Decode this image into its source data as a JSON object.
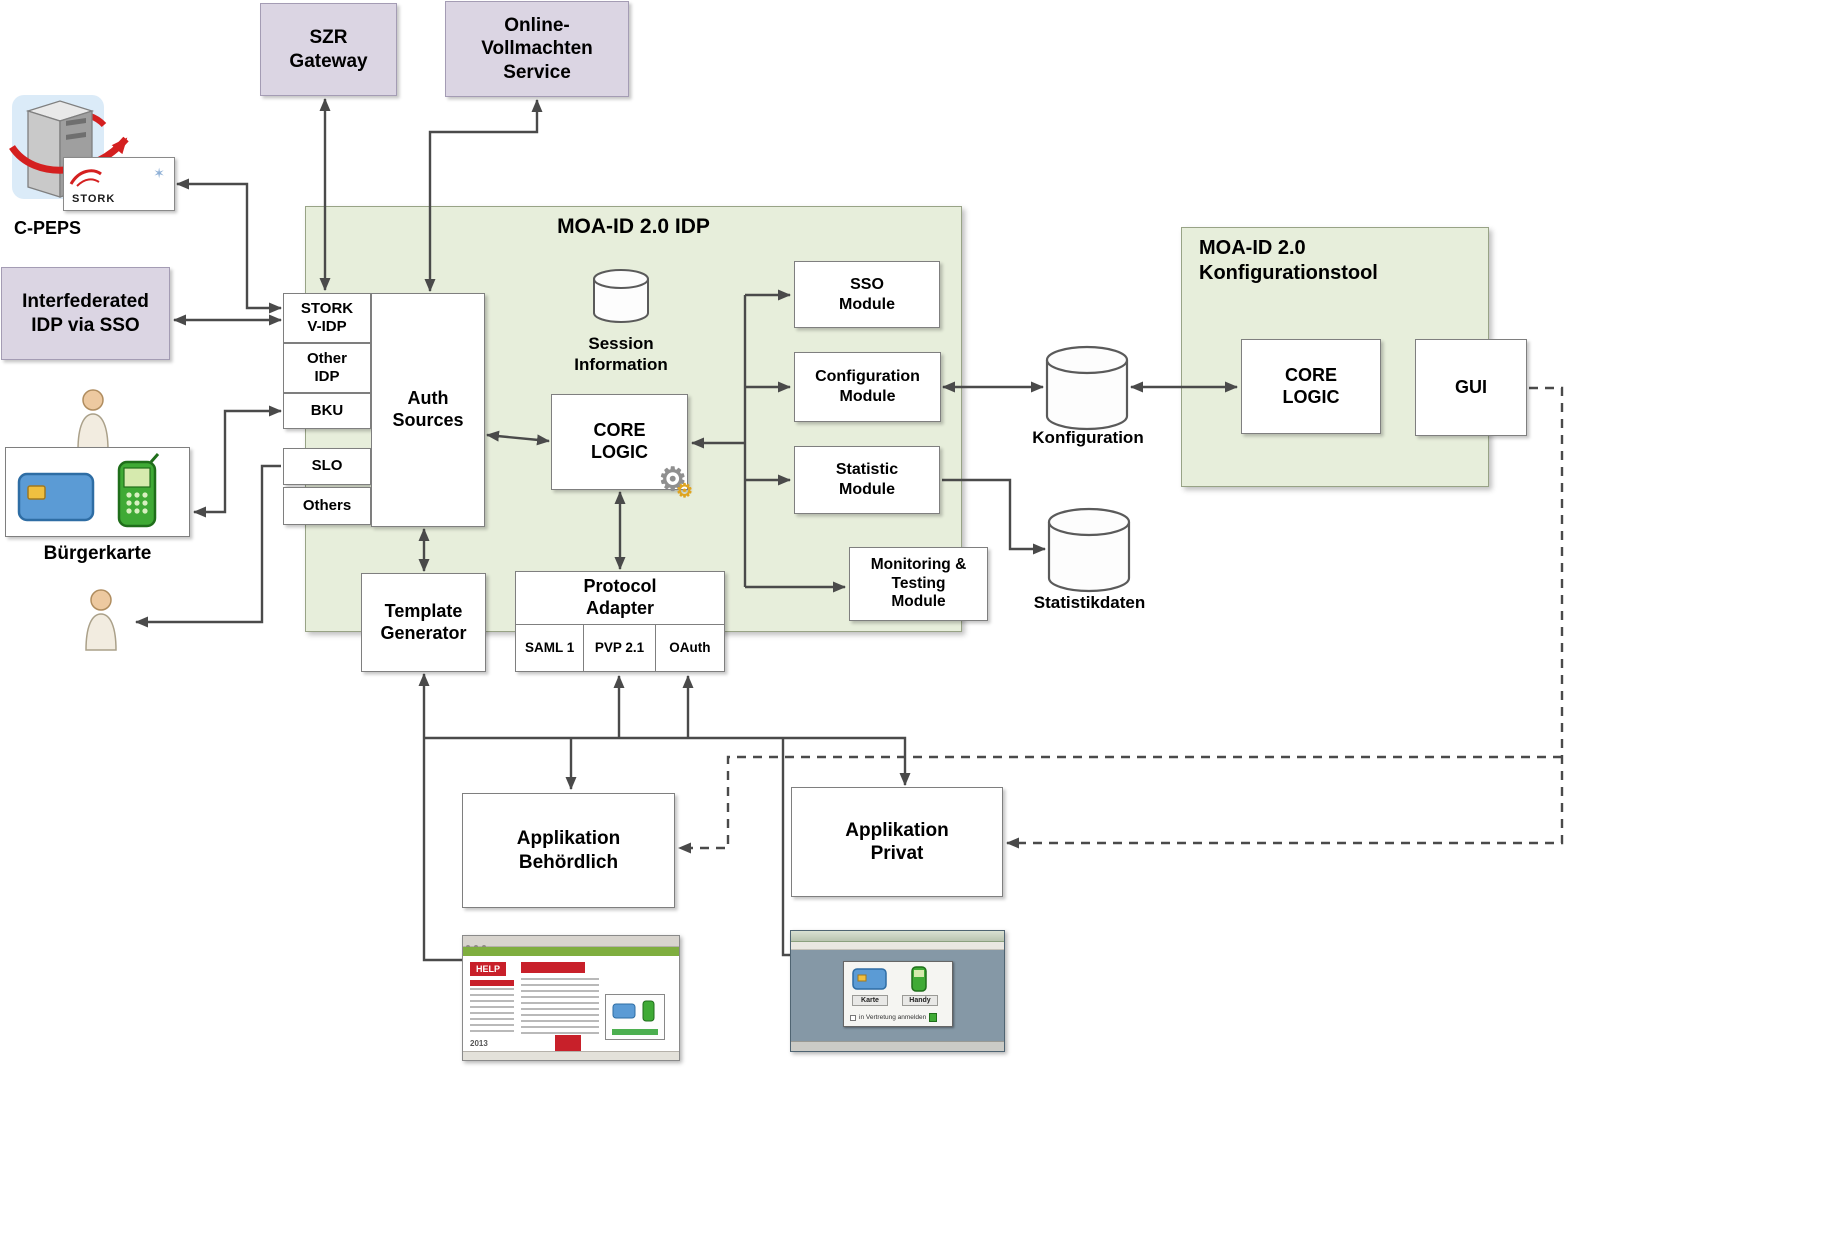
{
  "panels": {
    "idp": {
      "title": "MOA-ID 2.0 IDP"
    },
    "configtool": {
      "title": "MOA-ID 2.0\nKonfigurationstool",
      "core_logic": "CORE\nLOGIC",
      "gui": "GUI"
    }
  },
  "external": {
    "szr_gateway": "SZR\nGateway",
    "online_vollmachten": "Online-\nVollmachten\nService",
    "c_peps": "C-PEPS",
    "stork_badge": "STORK",
    "interfederated_idp": "Interfederated\nIDP via SSO",
    "buergerkarte": "Bürgerkarte"
  },
  "idp": {
    "auth_channels": [
      "STORK\nV-IDP",
      "Other\nIDP",
      "BKU",
      "SLO",
      "Others"
    ],
    "auth_sources": "Auth\nSources",
    "session_information": "Session\nInformation",
    "core_logic": "CORE\nLOGIC",
    "modules": [
      "SSO\nModule",
      "Configuration\nModule",
      "Statistic\nModule",
      "Monitoring &\nTesting\nModule"
    ],
    "template_generator": "Template\nGenerator",
    "protocol_adapter": "Protocol\nAdapter",
    "protocols": [
      "SAML 1",
      "PVP 2.1",
      "OAuth"
    ]
  },
  "datastores": {
    "konfiguration": "Konfiguration",
    "statistikdaten": "Statistikdaten"
  },
  "applications": {
    "behoerdlich": "Applikation\nBehördlich",
    "privat": "Applikation\nPrivat"
  },
  "screenshots": {
    "help_portal": {
      "logo": "HELP",
      "year": "2013"
    },
    "login_dialog": {
      "karte": "Karte",
      "handy": "Handy",
      "vertretung": "in Vertretung anmelden"
    }
  },
  "colors": {
    "panel_green": "#e7eedb",
    "box_purple": "#dbd5e3",
    "arrow_gray": "#4a4a4a",
    "highlight_red": "#d42020"
  }
}
